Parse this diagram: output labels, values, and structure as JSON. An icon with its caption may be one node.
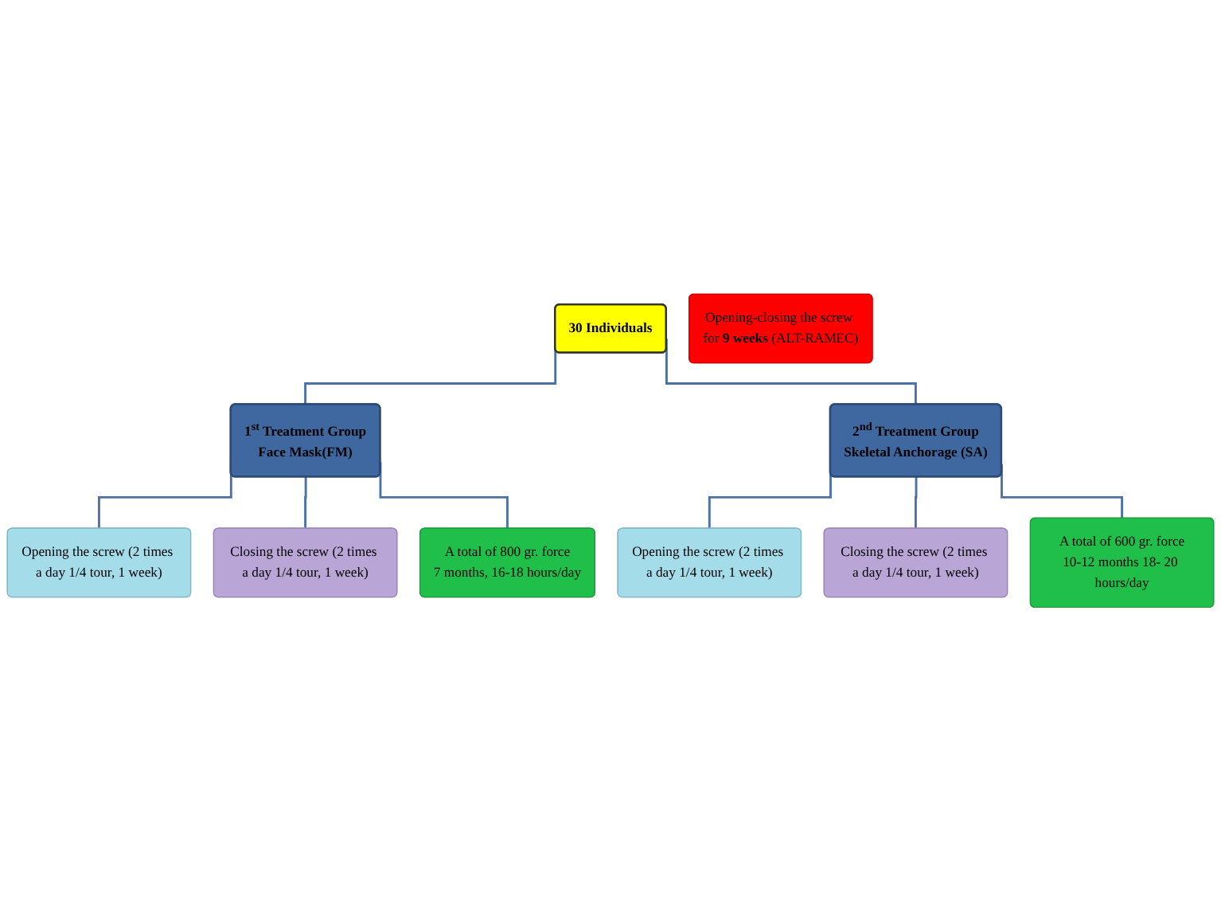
{
  "diagram": {
    "nodes": [
      {
        "text": [
          "30 Individuals"
        ]
      },
      {
        "text": [
          "1$^{st}$ Treatment Group",
          "Face Mask(FM)"
        ]
      },
      {
        "text": [
          "2$^{nd}$ Treatment Group",
          "Skeletal Anchorage (SA)"
        ]
      },
      {
        "text": [
          "Opening the screw (2 times a day 1/4 tour, 1 week)"
        ]
      },
      {
        "text": [
          "Closing the screw (2 times a day 1/4 tour, 1 week)"
        ]
      },
      {
        "text": [
          "A total of 800 gr. force",
          "7 months, 16-18 hours/day"
        ]
      },
      {
        "text": [
          "Opening the screw (2 times a day 1/4 tour, 1 week)"
        ]
      },
      {
        "text": [
          "Closing the screw (2 times a day 1/4 tour, 1 week)"
        ]
      },
      {
        "text": [
          "A total of 600 gr. force",
          "10-12 months 18- 20 hours/day"
        ]
      },
      {
        "text": [
          "Opening-closing the screw for **9 weeks** (ALT-RAMEC)"
        ]
      }
    ],
    "edges": [
      {
        "from": 0,
        "to": 1,
        "arrow": "none"
      },
      {
        "from": 0,
        "to": 2,
        "arrow": "none"
      },
      {
        "from": 1,
        "to": 3,
        "arrow": "none"
      },
      {
        "from": 1,
        "to": 4,
        "arrow": "none"
      },
      {
        "from": 1,
        "to": 5,
        "arrow": "none"
      },
      {
        "from": 2,
        "to": 6,
        "arrow": "none"
      },
      {
        "from": 2,
        "to": 7,
        "arrow": "none"
      },
      {
        "from": 2,
        "to": 8,
        "arrow": "none"
      }
    ]
  }
}
